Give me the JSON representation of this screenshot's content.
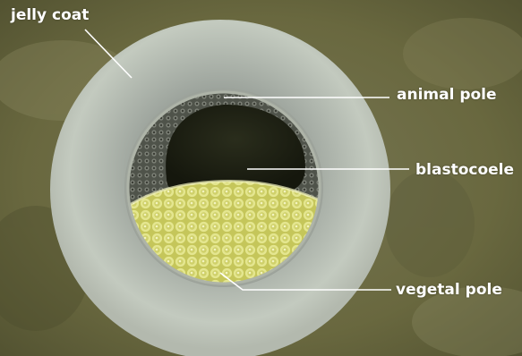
{
  "labels": {
    "jelly_coat": "jelly coat",
    "animal_pole": "animal pole",
    "blastocoele": "blastocoele",
    "vegetal_pole": "vegetal pole"
  },
  "colors": {
    "background": "#6b6a48",
    "jelly_coat": "#c4cbc0",
    "blastocoele_cavity": "#1c1f13",
    "animal_cells": "#5d6057",
    "vegetal_cells": "#dcdf86",
    "label_text": "#ffffff",
    "leader_lines": "#ffffff"
  }
}
